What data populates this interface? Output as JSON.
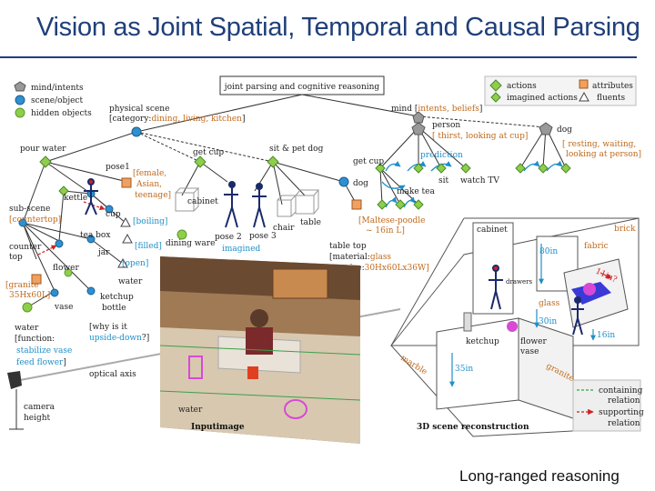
{
  "title": "Vision as Joint Spatial, Temporal and Causal Parsing",
  "footer": "Long-ranged reasoning",
  "colors": {
    "title": "#1f3f7a",
    "node_blue": "#2f8fd0",
    "node_green": "#8fce4a",
    "attribute": "#f0a060",
    "text_orange": "#c06a1c",
    "text_blue": "#1e8fc8",
    "contain_edge": "#3aa04a",
    "support_edge": "#cc2222"
  },
  "top_box": "joint parsing and cognitive reasoning",
  "legend_left": {
    "items": [
      "mind/intents",
      "scene/object",
      "hidden objects"
    ]
  },
  "legend_right": {
    "items": [
      "actions",
      "attributes",
      "imagined actions",
      "fluents"
    ]
  },
  "tree": {
    "physical_scene": "physical scene",
    "category_pre": "[category:",
    "category_val": "dining, living, kitchen",
    "category_post": "]",
    "mind_pre": "mind [",
    "mind_val": "intents, beliefs",
    "mind_post": "]",
    "person": "person",
    "person_state": "[ thirst, looking at cup]",
    "dog_right": "dog",
    "dog_state_1": "[ resting, waiting,",
    "dog_state_2": "looking at person]",
    "get_cup_right": "get cup",
    "prediction": "prediction",
    "sit": "sit",
    "watch_tv": "watch TV",
    "make_tea": "make tea",
    "pour_water": "pour water",
    "get_cup": "get cup",
    "sit_pet_dog": "sit & pet dog",
    "pose1": "pose1",
    "pose1_attr_1": "[female,",
    "pose1_attr_2": "Asian,",
    "pose1_attr_3": "teenage]",
    "kettle": "kettle",
    "cup": "cup",
    "boiling": "[boiling]",
    "filled": "[filled]",
    "cabinet_mid": "cabinet",
    "dining_ware": "dining ware",
    "pose2": "pose 2",
    "imagined": "imagined",
    "pose3": "pose 3",
    "chair": "chair",
    "table": "table",
    "dog_mid": "dog",
    "dog_breed_1": "[Maltese-poodle",
    "dog_breed_2": "~ 16in L]",
    "table_top": "table top",
    "material_pre": "[material:",
    "material_val": "glass",
    "size_pre": "size:",
    "size_val": "30Hx60Lx36W]",
    "sub_scene": "sub-scene",
    "countertop_tag": "[countertop]",
    "counter_top_1": "counter",
    "counter_top_2": "top",
    "tea_box": "tea box",
    "jar": "jar",
    "open": "[open]",
    "flower": "flower",
    "water_node": "water",
    "granite_1": "[granite",
    "granite_2": "35Hx60L]",
    "vase": "vase",
    "ketchup_bottle_1": "ketchup",
    "ketchup_bottle_2": "bottle",
    "why_pre": "[why is it",
    "why_val": "upside-down",
    "why_post": "?]",
    "water_func": "water",
    "function_pre": "[function:",
    "function_val_1": "stabilize vase",
    "function_val_2": "feed flower",
    "function_post": "]",
    "optical_axis": "optical axis",
    "camera_1": "camera",
    "camera_2": "height"
  },
  "photo": {
    "caption": "Inputimage",
    "water": "water"
  },
  "scene3d": {
    "caption": "3D scene reconstruction",
    "cabinet": "cabinet",
    "brick": "brick",
    "fabric": "fabric",
    "drawers": "drawers",
    "glass": "glass",
    "ketchup": "ketchup",
    "flower_1": "flower",
    "flower_2": "vase",
    "marble": "marble",
    "granite": "granite",
    "m80": "80in",
    "m30": "30in",
    "m16": "16in",
    "m35": "35in",
    "m11": "11in?",
    "legend_contain_1": "containing",
    "legend_contain_2": "relation",
    "legend_support_1": "supporting",
    "legend_support_2": "relation"
  }
}
